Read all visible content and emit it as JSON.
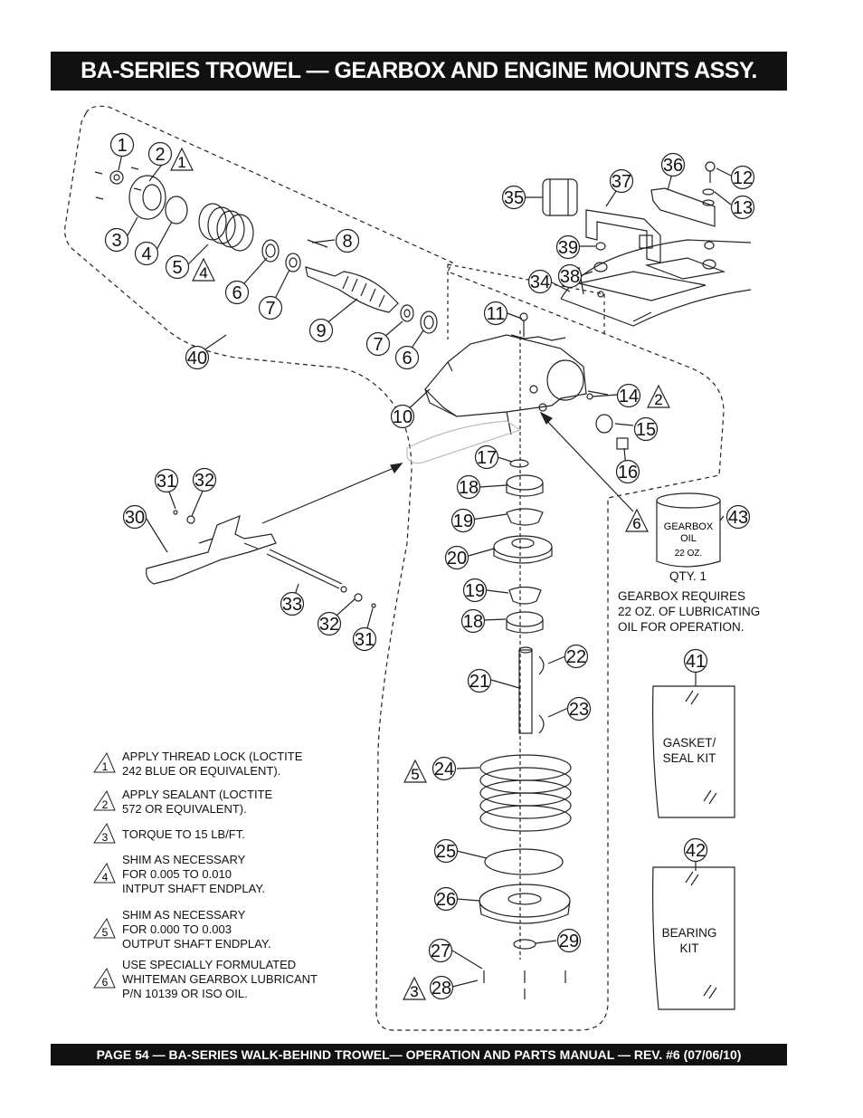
{
  "header": {
    "title": "BA-SERIES TROWEL — GEARBOX AND ENGINE MOUNTS ASSY."
  },
  "footer": {
    "text": "PAGE 54 — BA-SERIES  WALK-BEHIND TROWEL— OPERATION AND PARTS MANUAL — REV. #6 (07/06/10)"
  },
  "callouts": [
    {
      "num": "1"
    },
    {
      "num": "2"
    },
    {
      "num": "3"
    },
    {
      "num": "4"
    },
    {
      "num": "5"
    },
    {
      "num": "6"
    },
    {
      "num": "7"
    },
    {
      "num": "8"
    },
    {
      "num": "9"
    },
    {
      "num": "7"
    },
    {
      "num": "6"
    },
    {
      "num": "40"
    },
    {
      "num": "10"
    },
    {
      "num": "11"
    },
    {
      "num": "14"
    },
    {
      "num": "15"
    },
    {
      "num": "16"
    },
    {
      "num": "35"
    },
    {
      "num": "37"
    },
    {
      "num": "36"
    },
    {
      "num": "12"
    },
    {
      "num": "13"
    },
    {
      "num": "39"
    },
    {
      "num": "38"
    },
    {
      "num": "34"
    },
    {
      "num": "17"
    },
    {
      "num": "18"
    },
    {
      "num": "19"
    },
    {
      "num": "20"
    },
    {
      "num": "19"
    },
    {
      "num": "18"
    },
    {
      "num": "22"
    },
    {
      "num": "21"
    },
    {
      "num": "23"
    },
    {
      "num": "24"
    },
    {
      "num": "25"
    },
    {
      "num": "26"
    },
    {
      "num": "29"
    },
    {
      "num": "27"
    },
    {
      "num": "28"
    },
    {
      "num": "31"
    },
    {
      "num": "32"
    },
    {
      "num": "30"
    },
    {
      "num": "33"
    },
    {
      "num": "32"
    },
    {
      "num": "31"
    },
    {
      "num": "43"
    },
    {
      "num": "41"
    },
    {
      "num": "42"
    }
  ],
  "triangle_markers": [
    {
      "num": "1"
    },
    {
      "num": "4"
    },
    {
      "num": "2"
    },
    {
      "num": "6"
    },
    {
      "num": "5"
    },
    {
      "num": "3"
    }
  ],
  "oil_can": {
    "label_line1": "GEARBOX",
    "label_line2": "OIL",
    "label_line3": "22 OZ.",
    "qty": "QTY. 1"
  },
  "gearbox_note": {
    "line1": "GEARBOX REQUIRES",
    "line2": "22 OZ. OF LUBRICATING",
    "line3": "OIL FOR OPERATION."
  },
  "kits": {
    "gasket": {
      "line1": "GASKET/",
      "line2": "SEAL KIT"
    },
    "bearing": {
      "line1": "BEARING",
      "line2": "KIT"
    }
  },
  "notes": [
    {
      "num": "1",
      "line1": "APPLY THREAD LOCK (LOCTITE",
      "line2": "242 BLUE OR EQUIVALENT).",
      "line3": ""
    },
    {
      "num": "2",
      "line1": "APPLY SEALANT (LOCTITE",
      "line2": "572 OR EQUIVALENT).",
      "line3": ""
    },
    {
      "num": "3",
      "line1": "TORQUE TO 15 LB/FT.",
      "line2": "",
      "line3": ""
    },
    {
      "num": "4",
      "line1": "SHIM AS NECESSARY",
      "line2": "FOR 0.005 TO 0.010",
      "line3": "INTPUT SHAFT ENDPLAY."
    },
    {
      "num": "5",
      "line1": "SHIM AS NECESSARY",
      "line2": "FOR 0.000 TO 0.003",
      "line3": "OUTPUT SHAFT ENDPLAY."
    },
    {
      "num": "6",
      "line1": "USE SPECIALLY FORMULATED",
      "line2": "WHITEMAN GEARBOX LUBRICANT",
      "line3": "P/N 10139 OR ISO OIL."
    }
  ]
}
